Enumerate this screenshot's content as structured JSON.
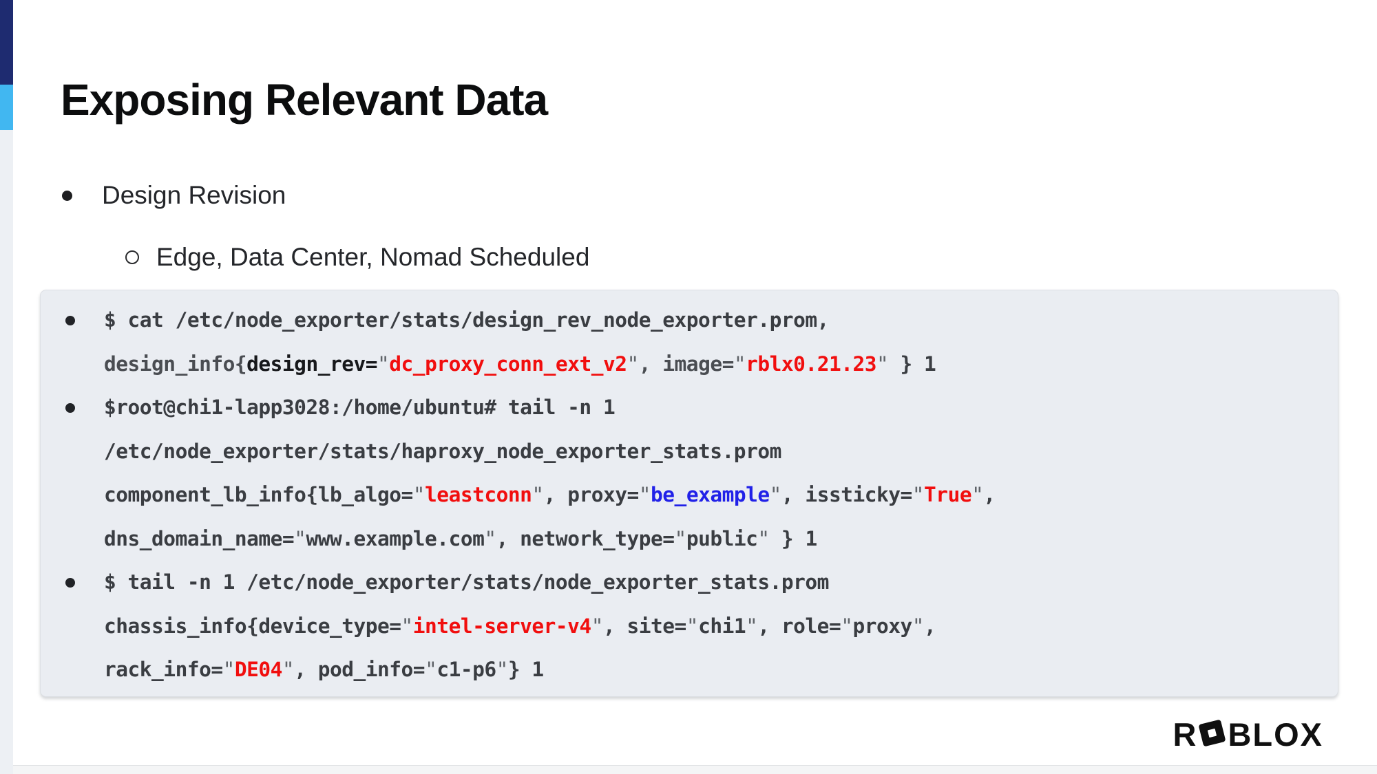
{
  "slide": {
    "title": "Exposing Relevant Data",
    "bullets": [
      {
        "level": 1,
        "text": "Design Revision"
      },
      {
        "level": 2,
        "text": "Edge, Data Center, Nomad Scheduled"
      }
    ],
    "code_block": {
      "items": [
        {
          "lines": [
            [
              {
                "t": "$ cat /etc/node_exporter/stats/design_rev_node_exporter.prom,",
                "c": "d"
              }
            ],
            [
              {
                "t": "design_info{",
                "c": "m"
              },
              {
                "t": "design_rev=",
                "c": "k"
              },
              {
                "t": "\"",
                "c": "q"
              },
              {
                "t": "dc_proxy_conn_ext_v2",
                "c": "r"
              },
              {
                "t": "\"",
                "c": "q"
              },
              {
                "t": ", image=",
                "c": "m"
              },
              {
                "t": "\"",
                "c": "q"
              },
              {
                "t": "rblx0.21.23",
                "c": "r"
              },
              {
                "t": "\"",
                "c": "q"
              },
              {
                "t": " } 1",
                "c": "d"
              }
            ]
          ]
        },
        {
          "lines": [
            [
              {
                "t": "$root@chi1-lapp3028:/home/ubuntu# tail -n 1",
                "c": "d"
              }
            ],
            [
              {
                "t": "/etc/node_exporter/stats/haproxy_node_exporter_stats.prom",
                "c": "d"
              }
            ],
            [
              {
                "t": "component_lb_info{lb_algo=",
                "c": "d"
              },
              {
                "t": "\"",
                "c": "q"
              },
              {
                "t": "leastconn",
                "c": "r"
              },
              {
                "t": "\"",
                "c": "q"
              },
              {
                "t": ", proxy=",
                "c": "d"
              },
              {
                "t": "\"",
                "c": "q"
              },
              {
                "t": "be_example",
                "c": "b"
              },
              {
                "t": "\"",
                "c": "q"
              },
              {
                "t": ", issticky=",
                "c": "d"
              },
              {
                "t": "\"",
                "c": "q"
              },
              {
                "t": "True",
                "c": "r"
              },
              {
                "t": "\"",
                "c": "q"
              },
              {
                "t": ",",
                "c": "d"
              }
            ],
            [
              {
                "t": "dns_domain_name=",
                "c": "d"
              },
              {
                "t": "\"",
                "c": "q"
              },
              {
                "t": "www.example.com",
                "c": "d"
              },
              {
                "t": "\"",
                "c": "q"
              },
              {
                "t": ", network_type=",
                "c": "d"
              },
              {
                "t": "\"",
                "c": "q"
              },
              {
                "t": "public",
                "c": "d"
              },
              {
                "t": "\"",
                "c": "q"
              },
              {
                "t": " } 1",
                "c": "d"
              }
            ]
          ]
        },
        {
          "lines": [
            [
              {
                "t": "$ tail -n 1 /etc/node_exporter/stats/node_exporter_stats.prom",
                "c": "d"
              }
            ],
            [
              {
                "t": "chassis_info{device_type=",
                "c": "d"
              },
              {
                "t": "\"",
                "c": "q"
              },
              {
                "t": "intel-server-v4",
                "c": "r"
              },
              {
                "t": "\"",
                "c": "q"
              },
              {
                "t": ", site=",
                "c": "d"
              },
              {
                "t": "\"",
                "c": "q"
              },
              {
                "t": "chi1",
                "c": "d"
              },
              {
                "t": "\"",
                "c": "q"
              },
              {
                "t": ", role=",
                "c": "d"
              },
              {
                "t": "\"",
                "c": "q"
              },
              {
                "t": "proxy",
                "c": "d"
              },
              {
                "t": "\"",
                "c": "q"
              },
              {
                "t": ",",
                "c": "d"
              }
            ],
            [
              {
                "t": "rack_info=",
                "c": "d"
              },
              {
                "t": "\"",
                "c": "q"
              },
              {
                "t": "DE04",
                "c": "r"
              },
              {
                "t": "\"",
                "c": "q"
              },
              {
                "t": ", pod_info=",
                "c": "d"
              },
              {
                "t": "\"",
                "c": "q"
              },
              {
                "t": "c1-p6",
                "c": "d"
              },
              {
                "t": "\"",
                "c": "q"
              },
              {
                "t": "} 1",
                "c": "d"
              }
            ]
          ]
        }
      ]
    },
    "logo": {
      "pre": "R",
      "post": "BLOX"
    },
    "colors": {
      "accent_navy": "#1e2b70",
      "accent_sky": "#41b7f1",
      "rail_gray": "#edf0f4",
      "code_background": "#eaedf2",
      "code_text": "#3a3d42",
      "code_emphasis": "#17181b",
      "code_muted": "#4a4d52",
      "quote_gray": "#5f6368",
      "value_red": "#f10e0e",
      "value_blue": "#2121e8"
    }
  }
}
